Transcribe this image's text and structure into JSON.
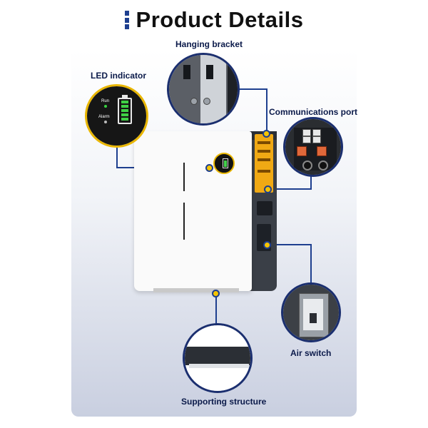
{
  "title": "Product Details",
  "labels": {
    "hanging_bracket": "Hanging bracket",
    "led_indicator": "LED indicator",
    "communications_port": "Communications port",
    "air_switch": "Air switch",
    "supporting_structure": "Supporting structure"
  },
  "led": {
    "run": "Run",
    "alarm": "Alarm"
  },
  "colors": {
    "accent_navy": "#1e3f8f",
    "accent_yellow": "#e9b600",
    "label_text": "#0b1a4a"
  }
}
